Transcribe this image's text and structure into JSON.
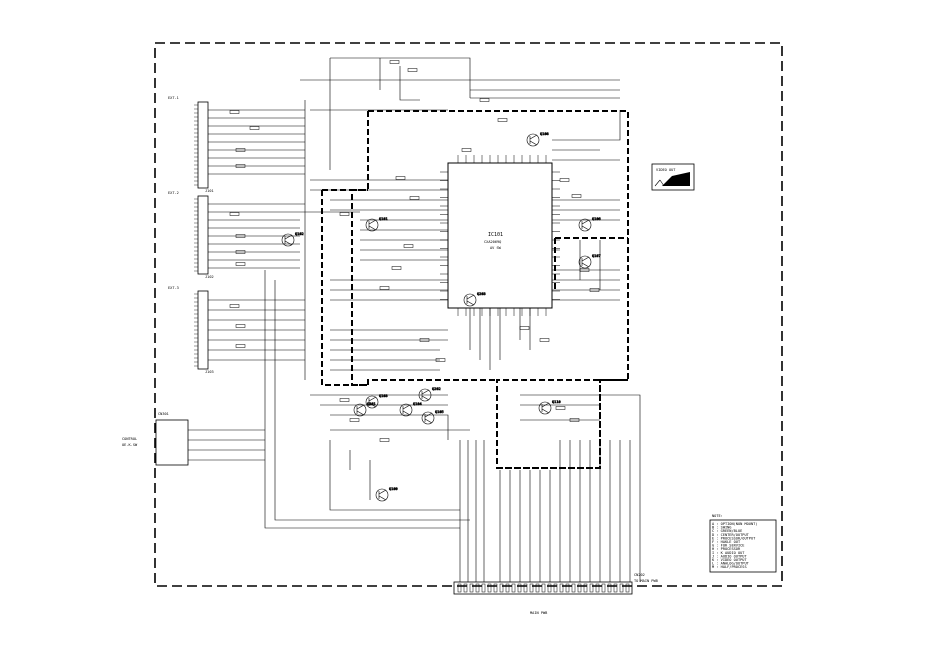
{
  "ic": {
    "ref": "IC101",
    "part": "CXA2069Q",
    "sub": "AV SW"
  },
  "connectors": {
    "scart1": {
      "ref": "J101",
      "label": "EXT-1"
    },
    "scart2": {
      "ref": "J102",
      "label": "EXT-2"
    },
    "scart3": {
      "ref": "J103",
      "label": "EXT-3"
    },
    "side_jack": {
      "ref": "CN301",
      "label": "CONTROL",
      "sub": "OE-K.SW"
    },
    "bottom": {
      "ref": "CN202",
      "label": "TO MAIN PWB",
      "sub": "MAIN PWB"
    }
  },
  "waveform_label": "VIDEO OUT",
  "transistor_labels": [
    "Q101",
    "Q102",
    "Q103",
    "Q104",
    "Q105",
    "Q106",
    "Q107",
    "Q108",
    "Q109",
    "Q110",
    "Q201",
    "Q202",
    "Q203"
  ],
  "notes": {
    "title": "NOTE:",
    "lines": [
      "A : OPTION(NON MOUNT)",
      "B : SWING",
      "C : GREEN/BLUE",
      "D : CENTER/OUTPUT",
      "E : PROCESSOR/OUTPUT",
      "F : HAKLE OUT",
      "G : FOR SERVICE",
      "H : PROCESSOR",
      "I : K AUDIO OUT",
      "J : AUDIO OUTPUT",
      "K : VIDEO OUTPUT",
      "L : ANALOG/OUTPUT",
      "M : HALF/PROCESS"
    ]
  }
}
